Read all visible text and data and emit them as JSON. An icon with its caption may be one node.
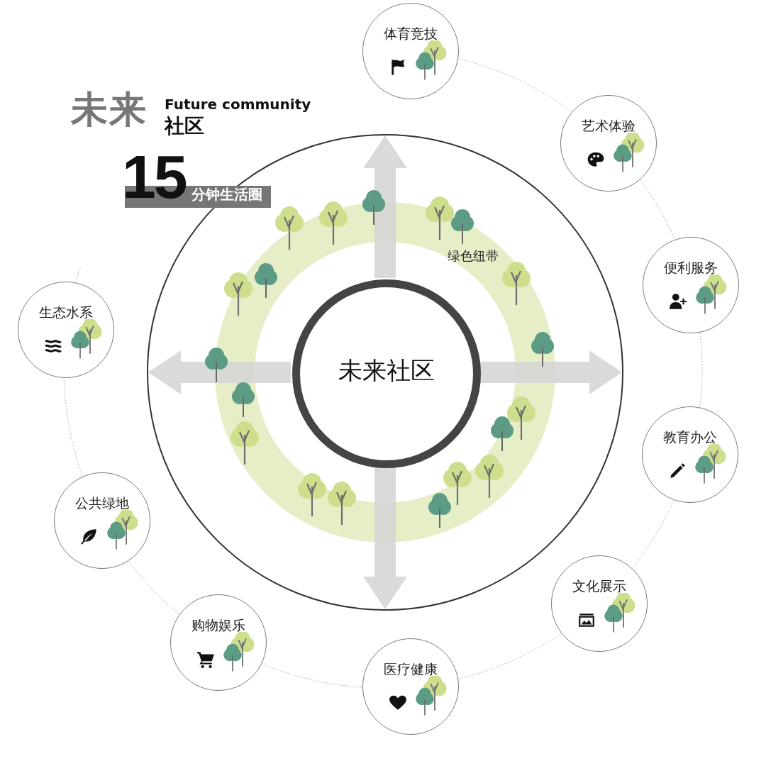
{
  "diagram": {
    "nodes": [
      {
        "text": [],
        "shape": "circle"
      },
      {
        "text": [
          "未来社区"
        ],
        "in": 0
      },
      {
        "text": [
          "体育竞技"
        ]
      },
      {
        "text": [
          "艺术体验"
        ]
      },
      {
        "text": [
          "便利服务"
        ]
      },
      {
        "text": [
          "教育办公"
        ]
      },
      {
        "text": [
          "文化展示"
        ]
      },
      {
        "text": [
          "医疗健康"
        ]
      },
      {
        "text": [
          "购物娱乐"
        ]
      },
      {
        "text": [
          "公共绿地"
        ]
      },
      {
        "text": [
          "生态水系"
        ]
      }
    ],
    "edges": [
      {
        "from": 1,
        "to": 0,
        "arrow": "to",
        "style": "thick",
        "color": "#d6d6d6"
      },
      {
        "from": 1,
        "to": 0,
        "arrow": "to",
        "style": "thick",
        "color": "#d6d6d6"
      },
      {
        "from": 1,
        "to": 0,
        "arrow": "to",
        "style": "thick",
        "color": "#d6d6d6"
      },
      {
        "from": 1,
        "to": 0,
        "arrow": "to",
        "style": "thick",
        "color": "#d6d6d6"
      },
      {
        "from": 2,
        "to": 3,
        "arrow": "none",
        "style": "dashed"
      },
      {
        "from": 3,
        "to": 4,
        "arrow": "none",
        "style": "dashed"
      },
      {
        "from": 4,
        "to": 5,
        "arrow": "none",
        "style": "dashed"
      },
      {
        "from": 5,
        "to": 6,
        "arrow": "none",
        "style": "dashed"
      },
      {
        "from": 6,
        "to": 7,
        "arrow": "none",
        "style": "dashed"
      },
      {
        "from": 7,
        "to": 8,
        "arrow": "none",
        "style": "dashed"
      },
      {
        "from": 8,
        "to": 9,
        "arrow": "none",
        "style": "dashed"
      },
      {
        "from": 9,
        "to": 10,
        "arrow": "none",
        "style": "dashed"
      },
      {
        "from": 10,
        "to": null,
        "arrow": "none",
        "style": "dashed"
      }
    ],
    "labels": [
      "未来",
      "Future community",
      "社区",
      "15",
      "分钟生活圈",
      "绿色纽带"
    ]
  }
}
